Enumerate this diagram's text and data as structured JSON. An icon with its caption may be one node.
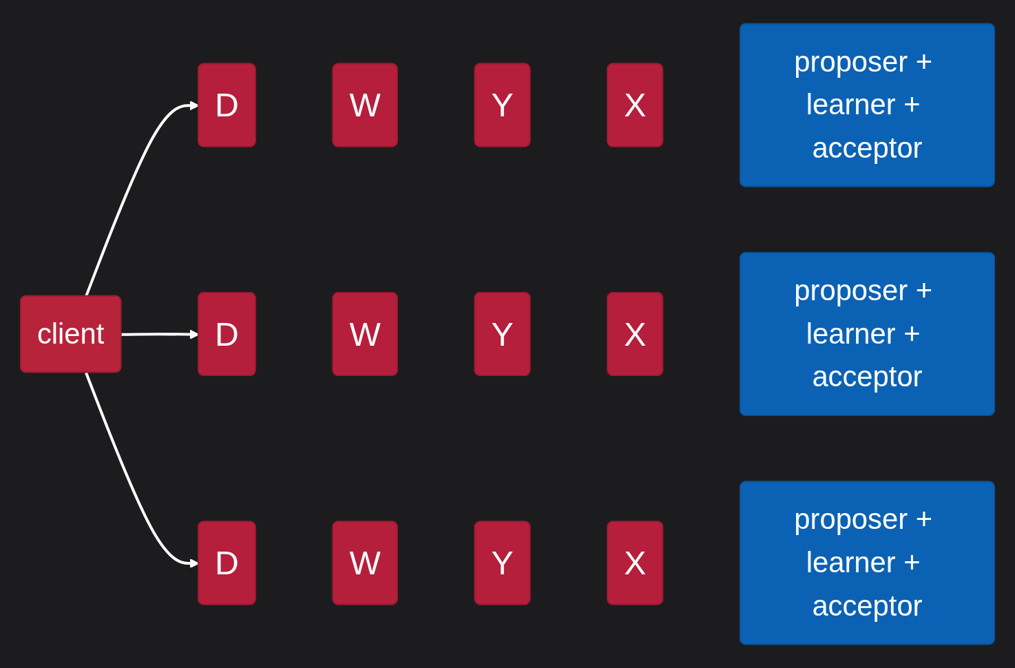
{
  "diagram": {
    "nodes": [
      {
        "text": [
          "client"
        ]
      },
      {
        "text": [
          "D"
        ]
      },
      {
        "text": [
          "W"
        ]
      },
      {
        "text": [
          "Y"
        ]
      },
      {
        "text": [
          "X"
        ]
      },
      {
        "text": [
          "D"
        ]
      },
      {
        "text": [
          "W"
        ]
      },
      {
        "text": [
          "Y"
        ]
      },
      {
        "text": [
          "X"
        ]
      },
      {
        "text": [
          "D"
        ]
      },
      {
        "text": [
          "W"
        ]
      },
      {
        "text": [
          "Y"
        ]
      },
      {
        "text": [
          "X"
        ]
      },
      {
        "text": [
          "proposer + learner + acceptor"
        ]
      },
      {
        "text": [
          "proposer + learner + acceptor"
        ]
      },
      {
        "text": [
          "proposer + learner + acceptor"
        ]
      }
    ],
    "edges": [
      {
        "from": 0,
        "to": 1,
        "arrow": "to"
      },
      {
        "from": 0,
        "to": 5,
        "arrow": "to"
      },
      {
        "from": 0,
        "to": 9,
        "arrow": "to"
      }
    ]
  }
}
